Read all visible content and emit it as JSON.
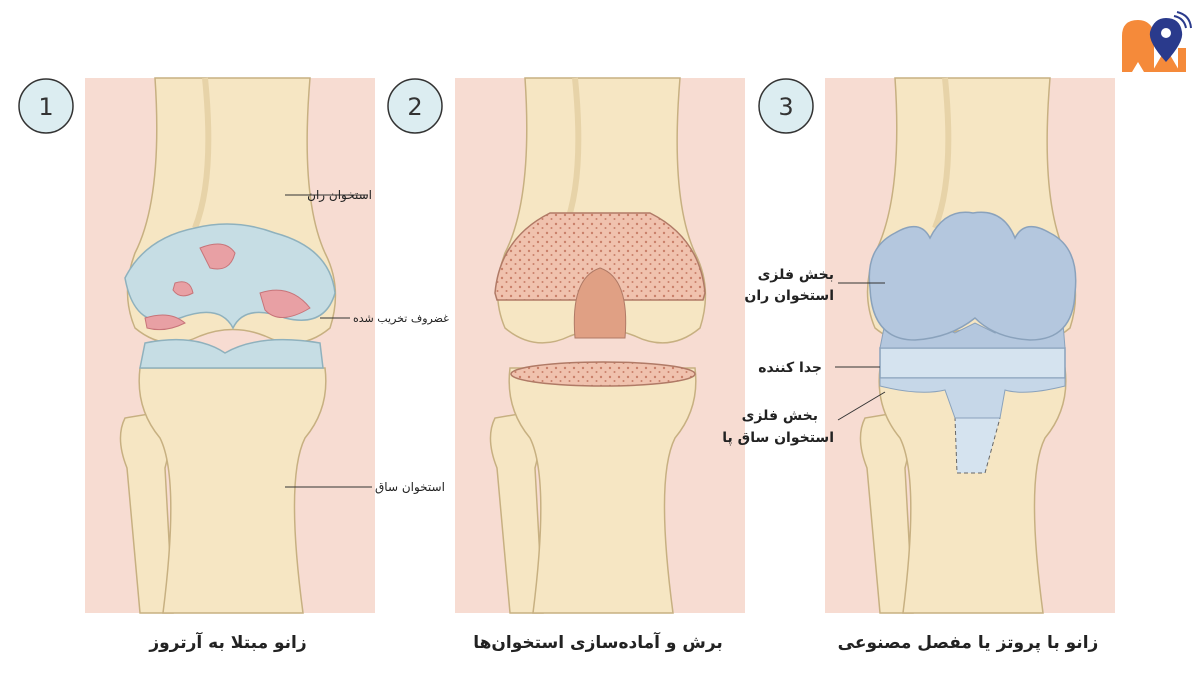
{
  "colors": {
    "skin": "#f7dcd2",
    "bone": "#f6e6c3",
    "bone_outline": "#c7b081",
    "cartilage": "#c6dde4",
    "damage": "#e8a0a4",
    "metal": "#b4c7de",
    "spacer": "#d5e3ef",
    "cut_bone": "#e6b49f",
    "logo_orange": "#f58a3a",
    "logo_navy": "#2a3a8c"
  },
  "logo": {
    "icon": "heart-location-pin-logo"
  },
  "panels": [
    {
      "number": "1",
      "caption": "زانو مبتلا به آرتروز",
      "labels": [
        "استخوان ران",
        "غضروف تخریب شده",
        "استخوان ساق"
      ]
    },
    {
      "number": "2",
      "caption": "برش و آماده‌سازی استخوان‌ها",
      "labels": []
    },
    {
      "number": "3",
      "caption": "زانو با پروتز یا مفصل مصنوعی",
      "labels": [
        "بخش فلزی",
        "استخوان ران",
        "جدا کننده",
        "بخش فلزی",
        "استخوان ساق پا"
      ]
    }
  ]
}
